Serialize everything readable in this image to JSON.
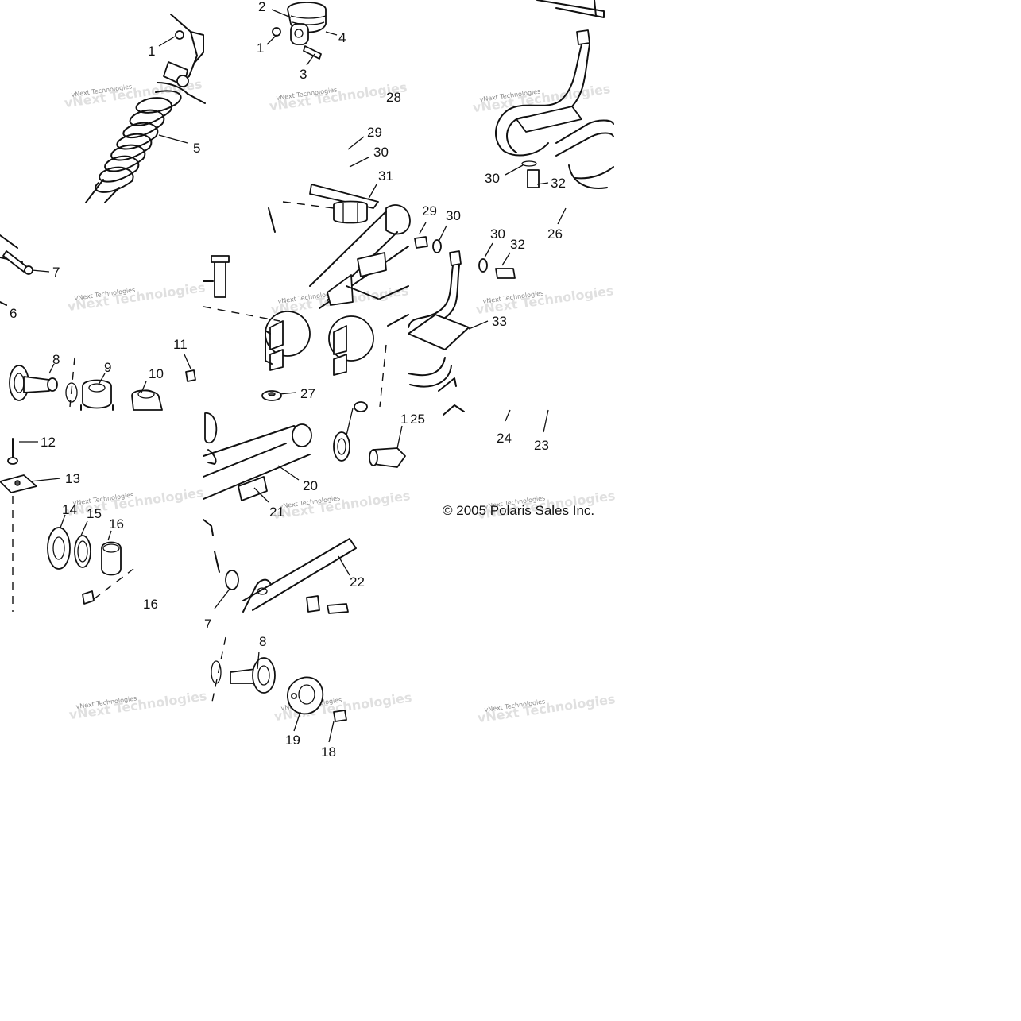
{
  "callouts": [
    "1",
    "2",
    "4",
    "1",
    "3",
    "5",
    "28",
    "29",
    "30",
    "31",
    "29",
    "30",
    "30",
    "32",
    "26",
    "30",
    "32",
    "7",
    "6",
    "33",
    "8",
    "9",
    "10",
    "11",
    "27",
    "1",
    "25",
    "24",
    "23",
    "12",
    "13",
    "14",
    "15",
    "16",
    "20",
    "21",
    "22",
    "7",
    "16",
    "8",
    "19",
    "18"
  ],
  "copyright": "© 2005 Polaris Sales Inc.",
  "watermark": {
    "line1": "vNext Technologies",
    "line2": "vNext Technologies"
  }
}
